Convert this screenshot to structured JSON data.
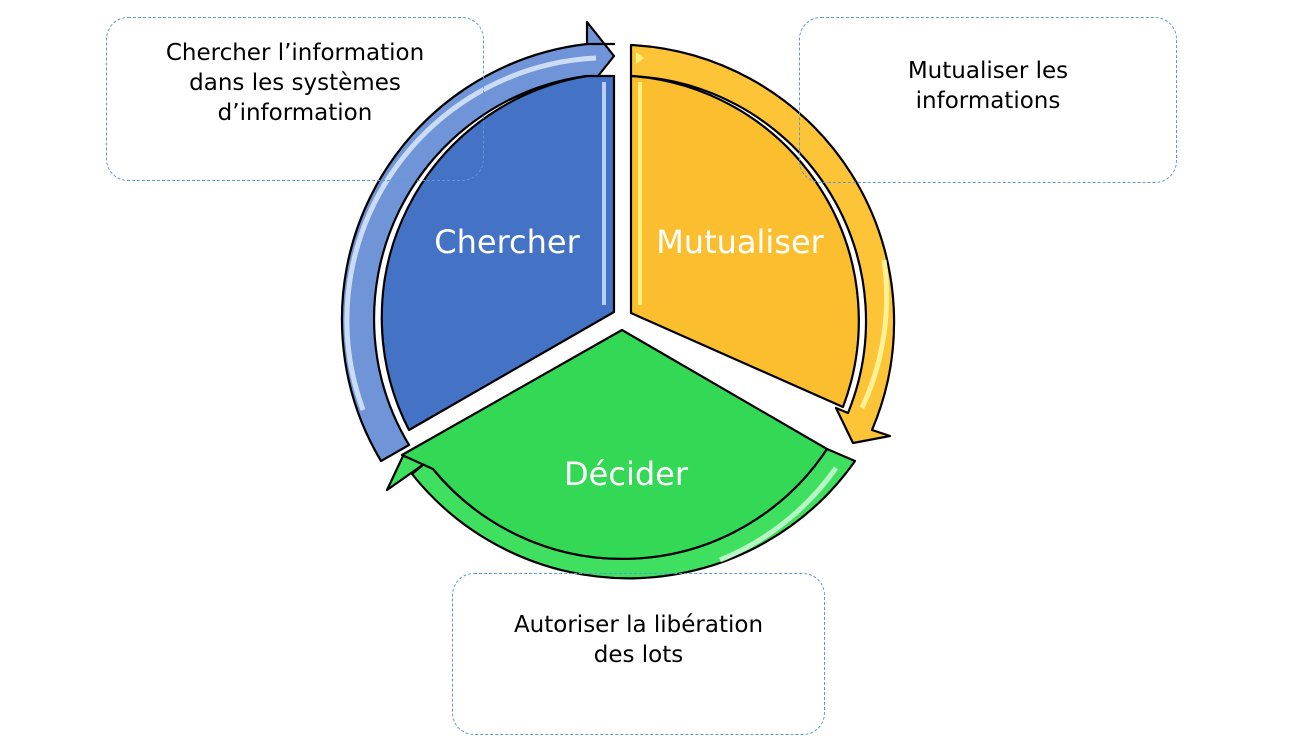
{
  "diagram": {
    "segments": [
      {
        "id": "chercher",
        "label": "Chercher",
        "color": "#4472c4",
        "ring_color": "#6f95d8"
      },
      {
        "id": "mutualiser",
        "label": "Mutualiser",
        "color": "#fbbe2e",
        "ring_color": "#fcc436"
      },
      {
        "id": "decider",
        "label": "Décider",
        "color": "#33d954",
        "ring_color": "#3fe060"
      }
    ],
    "callouts": [
      {
        "id": "chercher",
        "lines": [
          "Chercher l’information",
          "dans les systèmes",
          "d’information"
        ]
      },
      {
        "id": "mutualiser",
        "lines": [
          "Mutualiser les",
          "informations"
        ]
      },
      {
        "id": "decider",
        "lines": [
          "Autoriser la libération",
          "des lots"
        ]
      }
    ],
    "callout_border_color": "#5b9bd5"
  }
}
